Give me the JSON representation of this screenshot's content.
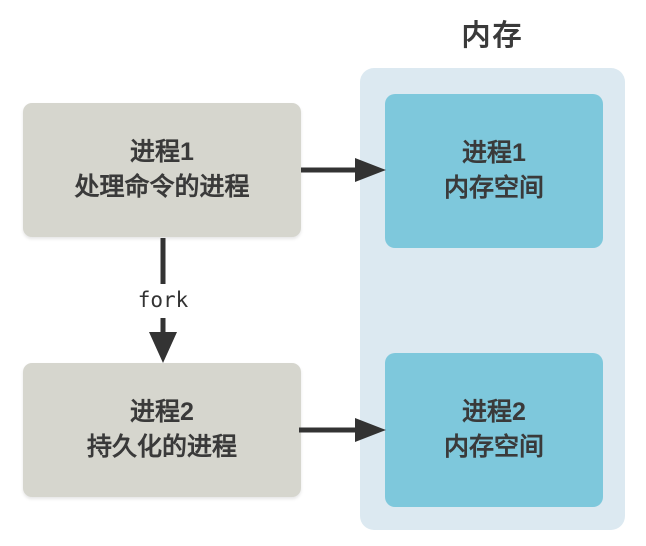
{
  "title": "内存",
  "fork_label": "fork",
  "process_boxes": [
    {
      "name": "进程1",
      "desc": "处理命令的进程"
    },
    {
      "name": "进程2",
      "desc": "持久化的进程"
    }
  ],
  "memory_boxes": [
    {
      "name": "进程1",
      "desc": "内存空间"
    },
    {
      "name": "进程2",
      "desc": "内存空间"
    }
  ],
  "colors": {
    "background": "#FFFFFF",
    "memory_container_bg": "#DCE9F1",
    "memory_box_bg": "#7EC8DC",
    "process_box_bg": "#D6D6CE",
    "arrow": "#333333",
    "text": "#3A3A3A"
  }
}
